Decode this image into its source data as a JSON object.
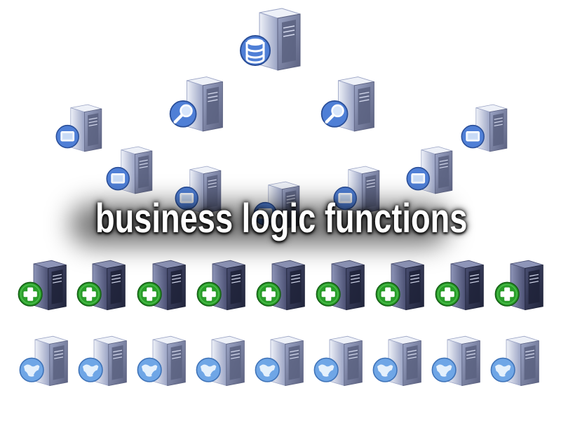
{
  "diagram": {
    "caption": "business logic functions",
    "tiers": [
      {
        "name": "database-tier",
        "badge": "database"
      },
      {
        "name": "search-tier",
        "badge": "search"
      },
      {
        "name": "display-tier",
        "badge": "display"
      },
      {
        "name": "business-tier",
        "badge": "add"
      },
      {
        "name": "web-tier",
        "badge": "globe"
      }
    ]
  },
  "colors": {
    "server_light": "#eef1f8",
    "server_dark": "#9aa3c4",
    "server_bay": "#5b6180",
    "badge_blue": "#4f7fd6",
    "badge_green": "#2a9d2a",
    "globe_blue": "#6fa6e6",
    "caption_color": "#ffffff"
  }
}
